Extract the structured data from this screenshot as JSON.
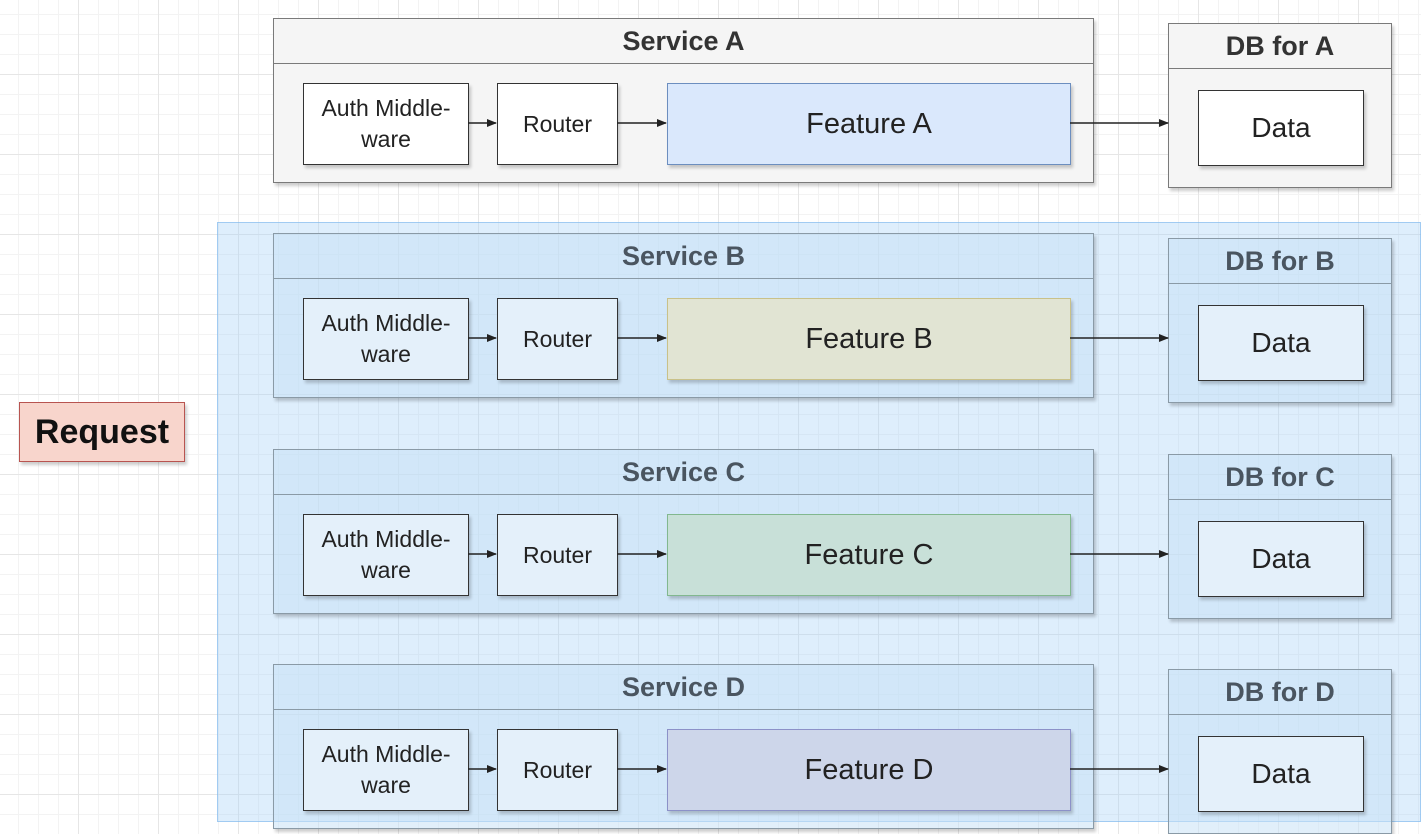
{
  "request_label": "Request",
  "services": [
    {
      "title": "Service A",
      "auth_label": "Auth Middle-\nware",
      "router_label": "Router",
      "feature_label": "Feature A",
      "feature_fill": "#dae8fc",
      "feature_stroke": "#6c8ebf",
      "db_title": "DB for A",
      "data_label": "Data",
      "highlighted": false
    },
    {
      "title": "Service B",
      "auth_label": "Auth Middle-\nware",
      "router_label": "Router",
      "feature_label": "Feature B",
      "feature_fill": "#e1e4d3",
      "feature_stroke": "#c9c189",
      "db_title": "DB for B",
      "data_label": "Data",
      "highlighted": true
    },
    {
      "title": "Service C",
      "auth_label": "Auth Middle-\nware",
      "router_label": "Router",
      "feature_label": "Feature C",
      "feature_fill": "#c8e0d8",
      "feature_stroke": "#82b88f",
      "db_title": "DB for C",
      "data_label": "Data",
      "highlighted": true
    },
    {
      "title": "Service D",
      "auth_label": "Auth Middle-\nware",
      "router_label": "Router",
      "feature_label": "Feature D",
      "feature_fill": "#cdd6ea",
      "feature_stroke": "#8c91c8",
      "db_title": "DB for D",
      "data_label": "Data",
      "highlighted": true
    }
  ],
  "colors": {
    "highlight_region": "#a0cdf5",
    "request_fill": "#f8d5cc",
    "request_stroke": "#b85450"
  }
}
